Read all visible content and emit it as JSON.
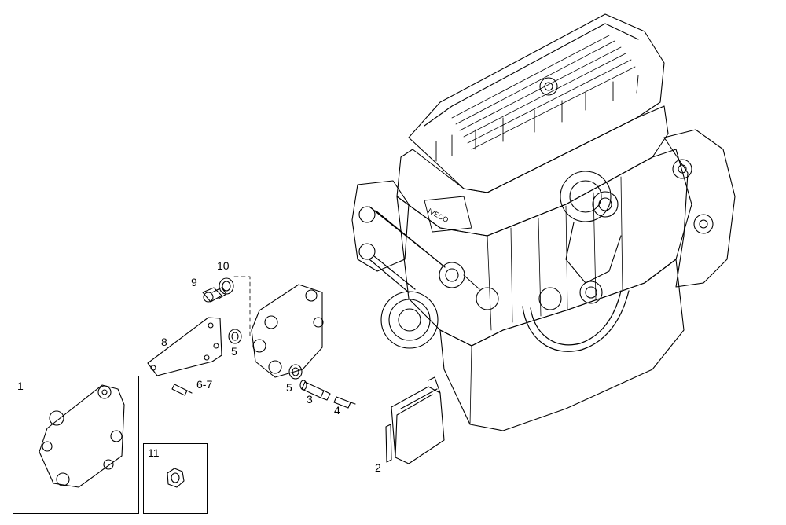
{
  "diagram": {
    "callouts": [
      {
        "id": "1",
        "text": "1"
      },
      {
        "id": "2",
        "text": "2"
      },
      {
        "id": "3",
        "text": "3"
      },
      {
        "id": "4",
        "text": "4"
      },
      {
        "id": "5a",
        "text": "5"
      },
      {
        "id": "5b",
        "text": "5"
      },
      {
        "id": "6-7",
        "text": "6-7"
      },
      {
        "id": "8",
        "text": "8"
      },
      {
        "id": "9",
        "text": "9"
      },
      {
        "id": "10",
        "text": "10"
      },
      {
        "id": "11",
        "text": "11"
      }
    ],
    "engine_logo": "IVECO",
    "line_color": "#000000",
    "background": "#ffffff"
  }
}
